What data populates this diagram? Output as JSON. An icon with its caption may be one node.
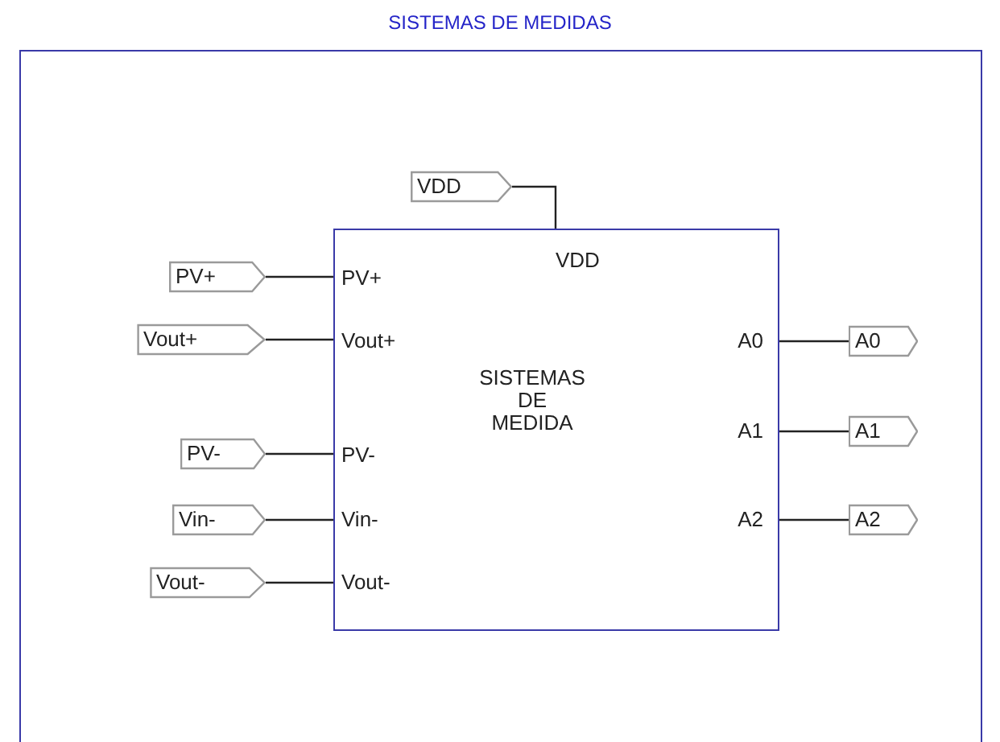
{
  "diagram": {
    "title": "SISTEMAS DE MEDIDAS",
    "nodes": [
      {
        "text": [
          "SISTEMAS DE MEDIDA"
        ]
      },
      {
        "text": [
          "VDD"
        ]
      },
      {
        "text": [
          "PV+"
        ]
      },
      {
        "text": [
          "Vout+"
        ]
      },
      {
        "text": [
          "PV-"
        ]
      },
      {
        "text": [
          "Vin-"
        ]
      },
      {
        "text": [
          "Vout-"
        ]
      },
      {
        "text": [
          "A0"
        ]
      },
      {
        "text": [
          "A1"
        ]
      },
      {
        "text": [
          "A2"
        ]
      }
    ],
    "edges": [
      {
        "from": 1,
        "to": 0,
        "arrow": "none"
      },
      {
        "from": 2,
        "to": 0,
        "arrow": "none"
      },
      {
        "from": 3,
        "to": 0,
        "arrow": "none"
      },
      {
        "from": 4,
        "to": 0,
        "arrow": "none"
      },
      {
        "from": 5,
        "to": 0,
        "arrow": "none"
      },
      {
        "from": 6,
        "to": 0,
        "arrow": "none"
      },
      {
        "from": 0,
        "to": 7,
        "arrow": "none"
      },
      {
        "from": 0,
        "to": 8,
        "arrow": "none"
      },
      {
        "from": 0,
        "to": 9,
        "arrow": "none"
      }
    ],
    "labels": [
      "VDD",
      "PV+",
      "Vout+",
      "A0",
      "A1",
      "PV-",
      "Vin-",
      "A2",
      "Vout-"
    ]
  }
}
